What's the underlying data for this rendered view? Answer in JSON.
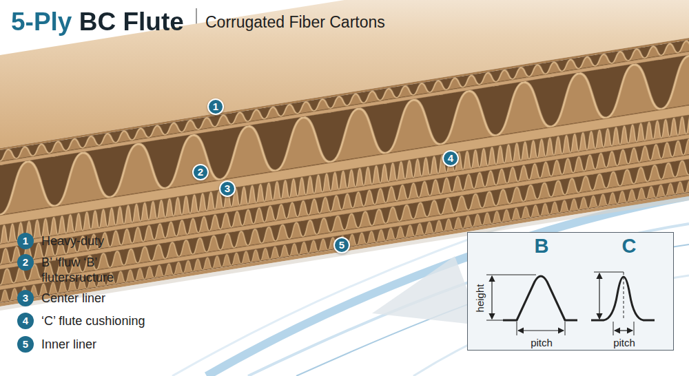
{
  "diagram": {
    "title": "5-Ply BC Flute",
    "nodes": [
      {
        "text": [
          "B",
          "C",
          "height",
          "pitch",
          "pitch"
        ]
      }
    ],
    "labels": [
      "Corrugated Fiber Cartons",
      "1",
      "2",
      "3",
      "4",
      "5",
      "1",
      "Heavy-duty",
      "2",
      "B’ ‘fluw ‘B’ flutersructure",
      "3",
      "Center liner",
      "4",
      "‘C’ flute cushioning",
      "5",
      "Inner liner"
    ]
  }
}
